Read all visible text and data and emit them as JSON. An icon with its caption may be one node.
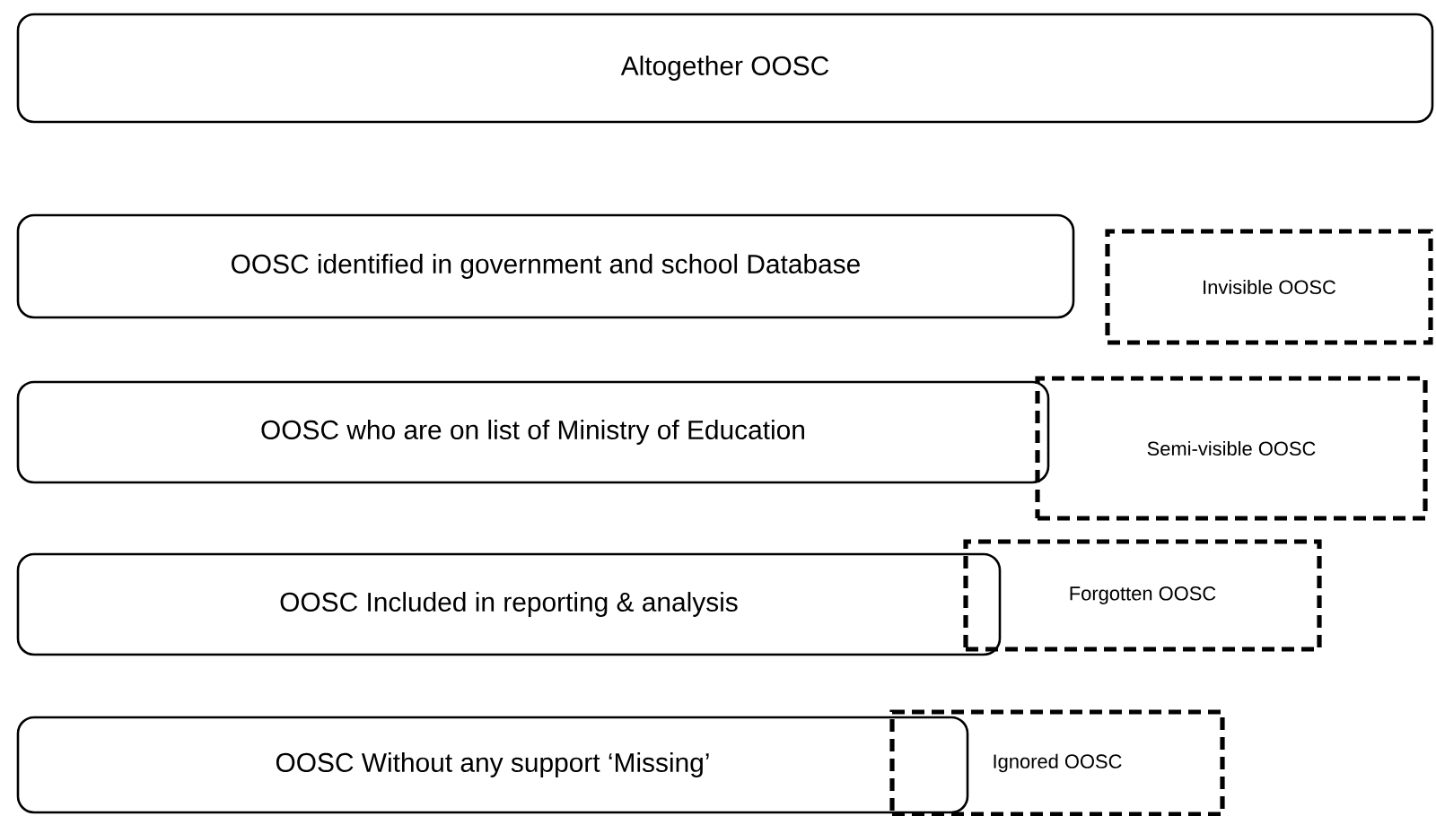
{
  "diagram": {
    "nodes": [
      {
        "text": [
          "Altogether OOSC"
        ]
      },
      {
        "text": [
          "OOSC identified in government and school Database"
        ]
      },
      {
        "text": [
          "Invisible OOSC"
        ]
      },
      {
        "text": [
          "OOSC who are on list of Ministry of Education"
        ]
      },
      {
        "text": [
          "Semi-visible OOSC"
        ]
      },
      {
        "text": [
          "OOSC Included in reporting & analysis"
        ]
      },
      {
        "text": [
          "Forgotten OOSC"
        ]
      },
      {
        "text": [
          "OOSC Without any support ‘Missing’"
        ]
      },
      {
        "text": [
          "Ignored OOSC"
        ]
      }
    ]
  }
}
